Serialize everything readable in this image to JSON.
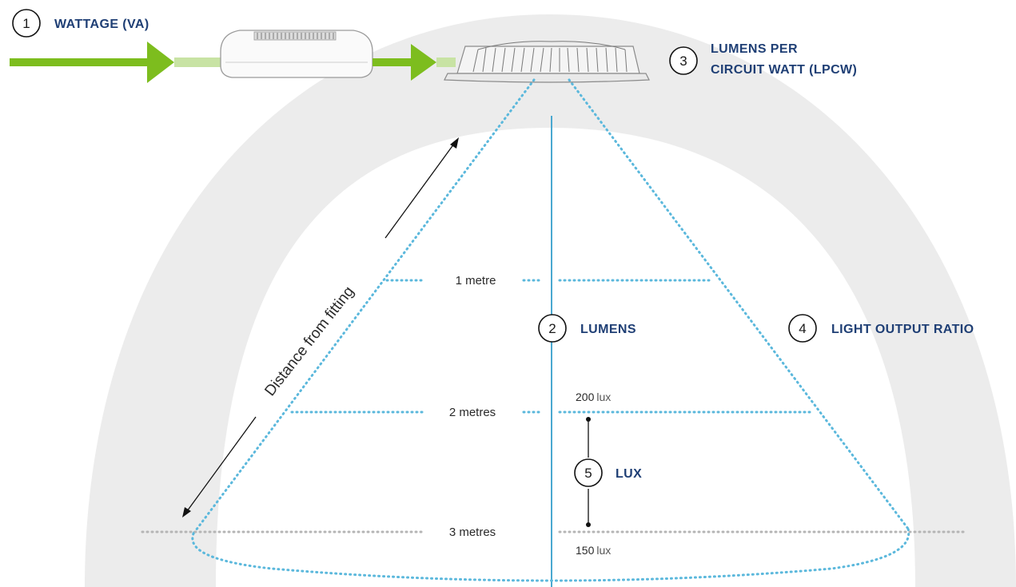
{
  "labels": [
    {
      "number": "1",
      "text": "WATTAGE (VA)"
    },
    {
      "number": "2",
      "text": "LUMENS"
    },
    {
      "number": "3",
      "text": "LUMENS PER",
      "text2": "CIRCUIT WATT (LPCW)"
    },
    {
      "number": "4",
      "text": "LIGHT OUTPUT RATIO"
    },
    {
      "number": "5",
      "text": "LUX"
    }
  ],
  "distances": [
    "1 metre",
    "2 metres",
    "3 metres"
  ],
  "lux_readings": [
    {
      "value": "200",
      "unit": "lux"
    },
    {
      "value": "150",
      "unit": "lux"
    }
  ],
  "axis_label": "Distance from fitting",
  "colors": {
    "label_blue": "#1f3f75",
    "arrow_green": "#7dbd1e",
    "arrow_green_light": "#c5e2a0",
    "beam_dots": "#5bb8dc",
    "center_line": "#4aa8d0",
    "background_arc": "#ececec",
    "grey_dots": "#b5b5b5"
  }
}
